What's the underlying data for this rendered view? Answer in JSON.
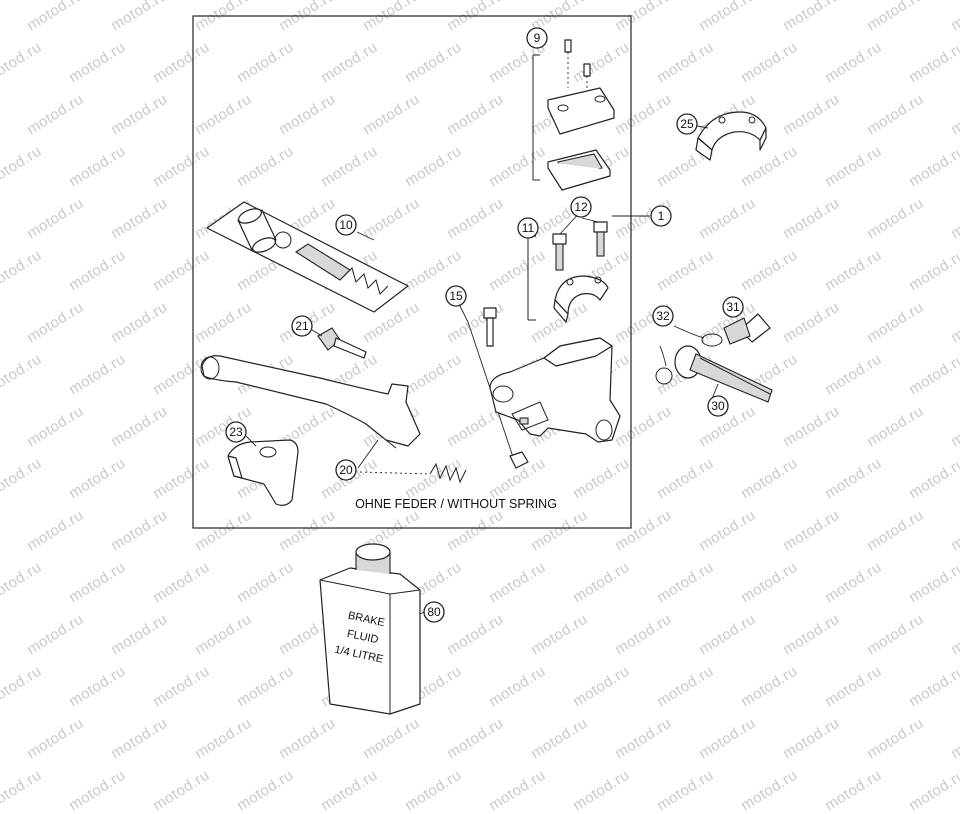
{
  "watermark_text": "motod.ru",
  "caption": "OHNE FEDER / WITHOUT SPRING",
  "bottle_label_lines": [
    "BRAKE",
    "FLUID",
    "1/4 LITRE"
  ],
  "callouts": {
    "c1": "1",
    "c9": "9",
    "c10": "10",
    "c11": "11",
    "c12": "12",
    "c15": "15",
    "c20": "20",
    "c21": "21",
    "c23": "23",
    "c25": "25",
    "c30": "30",
    "c31": "31",
    "c32": "32",
    "c80": "80"
  }
}
